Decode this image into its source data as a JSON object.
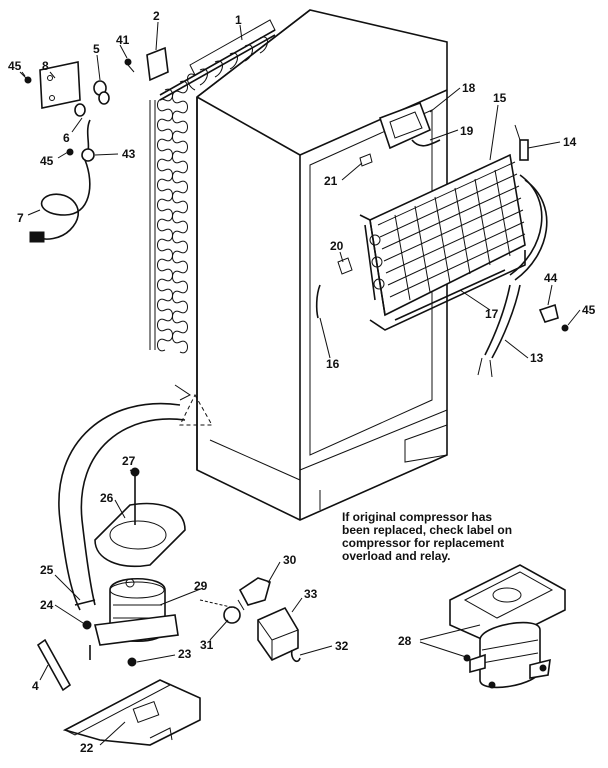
{
  "diagram": {
    "note_lines": [
      "If original compressor has",
      "been replaced, check label on",
      "compressor for replacement",
      "overload and relay."
    ],
    "callouts": {
      "c1": "1",
      "c2": "2",
      "c4": "4",
      "c5": "5",
      "c6": "6",
      "c7": "7",
      "c8": "8",
      "c13": "13",
      "c14": "14",
      "c15": "15",
      "c16": "16",
      "c17": "17",
      "c18": "18",
      "c19": "19",
      "c20": "20",
      "c21": "21",
      "c22": "22",
      "c23": "23",
      "c24": "24",
      "c25": "25",
      "c26": "26",
      "c27": "27",
      "c28": "28",
      "c29": "29",
      "c30": "30",
      "c31": "31",
      "c32": "32",
      "c33": "33",
      "c41": "41",
      "c43": "43",
      "c44": "44",
      "c45a": "45",
      "c45b": "45",
      "c45c": "45"
    }
  }
}
